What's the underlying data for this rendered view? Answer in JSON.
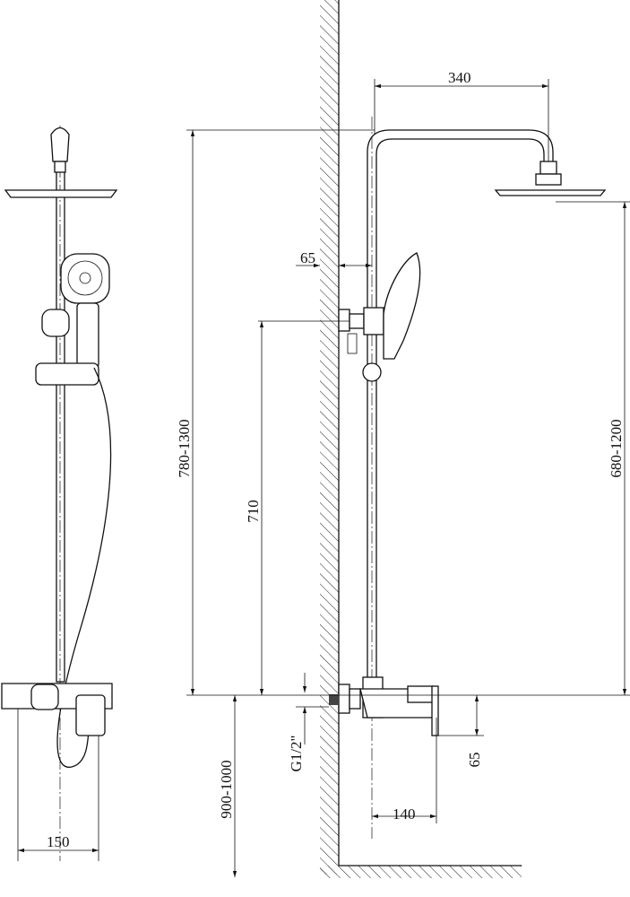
{
  "drawing": {
    "title": "Shower system dimension drawing",
    "dimensions": {
      "arm_reach": "340",
      "wall_to_rail": "65",
      "total_height": "780-1300",
      "bracket_height": "710",
      "head_height": "680-1200",
      "thread": "G1/2\"",
      "mount_height": "900-1000",
      "mixer_depth": "140",
      "handle_drop": "65",
      "front_width": "150"
    }
  }
}
